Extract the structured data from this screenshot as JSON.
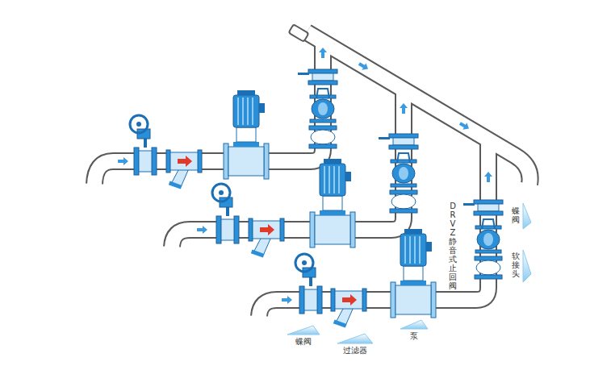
{
  "diagram": {
    "labels": [
      "DRVZ静音式止回阀",
      "蝶阀",
      "软接头",
      "蝶阀",
      "过滤器",
      "泵"
    ]
  }
}
